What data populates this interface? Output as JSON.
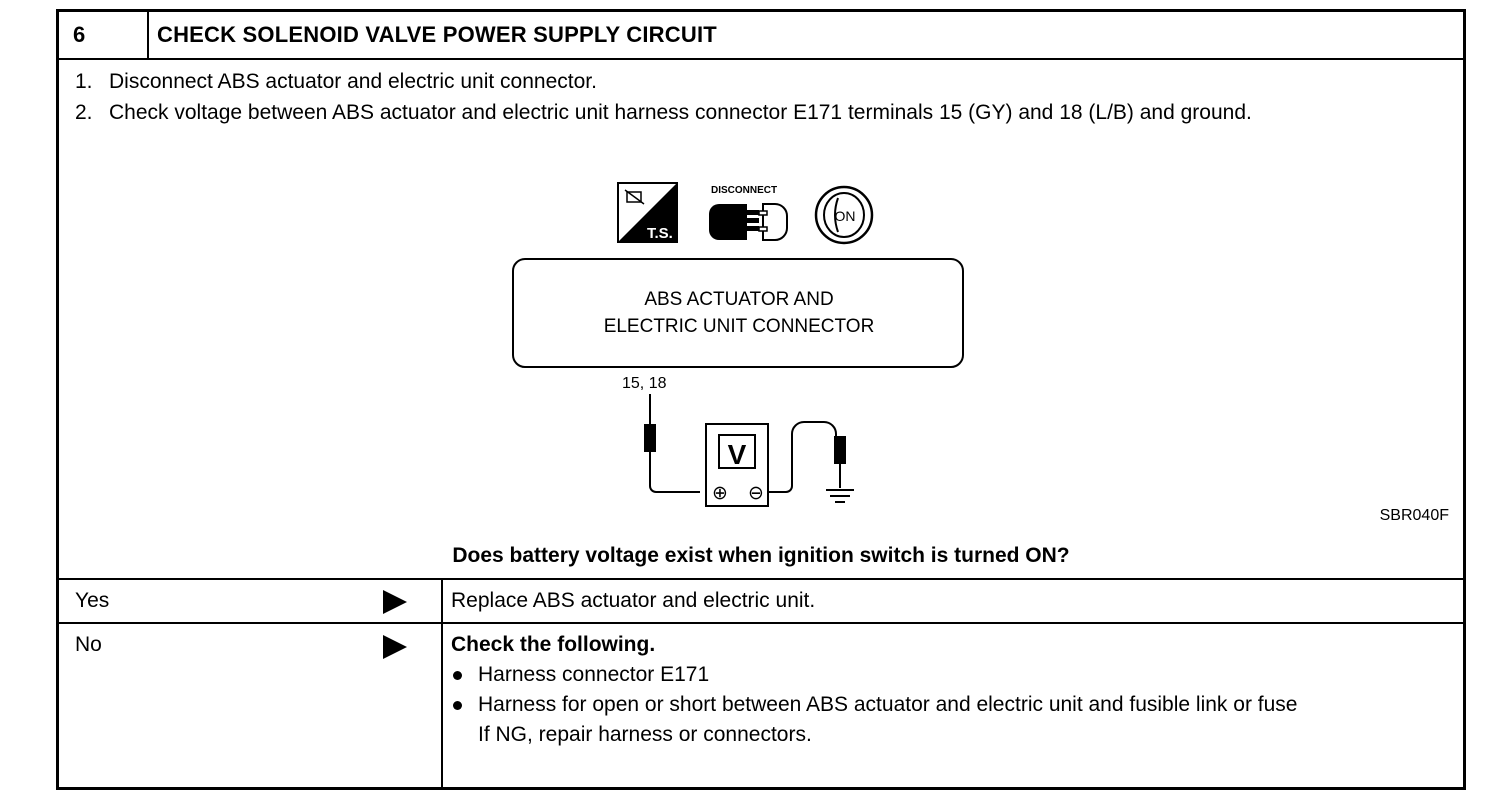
{
  "header": {
    "number": "6",
    "title": "CHECK SOLENOID VALVE POWER SUPPLY CIRCUIT"
  },
  "steps": [
    {
      "num": "1.",
      "text": "Disconnect ABS actuator and electric unit connector."
    },
    {
      "num": "2.",
      "text": "Check voltage between ABS actuator and electric unit harness connector E171 terminals 15 (GY) and 18 (L/B) and ground."
    }
  ],
  "diagram": {
    "icons": [
      "test-symbol-icon",
      "disconnect-icon",
      "ignition-on-icon"
    ],
    "icon_ts_label": "T.S.",
    "icon_disconnect_label": "DISCONNECT",
    "icon_on_label": "ON",
    "connector_line1": "ABS ACTUATOR AND",
    "connector_line2": "ELECTRIC UNIT CONNECTOR",
    "terminals": "15, 18",
    "meter_label": "V",
    "plus": "⊕",
    "minus": "⊖",
    "figure_id": "SBR040F"
  },
  "question": "Does battery voltage exist when ignition switch is turned ON?",
  "results": {
    "yes": {
      "label": "Yes",
      "action": "Replace ABS actuator and electric unit."
    },
    "no": {
      "label": "No",
      "heading": "Check the following.",
      "bullets": [
        "Harness connector E171",
        "Harness for open or short between ABS actuator and electric unit and fusible link or fuse"
      ],
      "note": "If NG, repair harness or connectors."
    }
  }
}
